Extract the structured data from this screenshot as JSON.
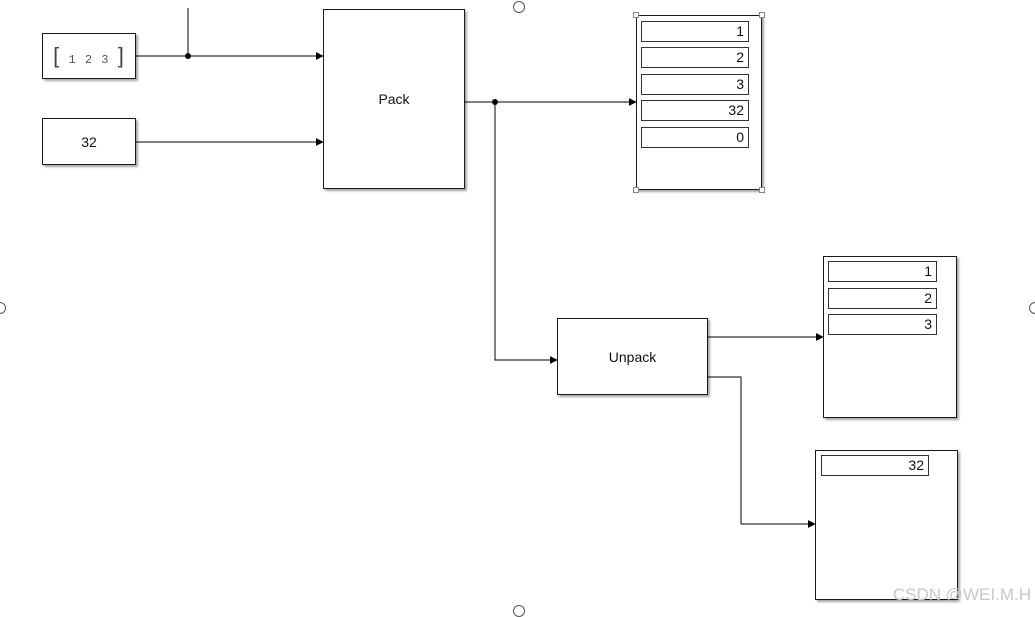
{
  "blocks": {
    "vector_const": {
      "values": "1  2  3"
    },
    "scalar_const": {
      "value": "32"
    },
    "pack": {
      "label": "Pack"
    },
    "unpack": {
      "label": "Unpack"
    }
  },
  "displays": {
    "pack_out": [
      "1",
      "2",
      "3",
      "32",
      "0"
    ],
    "vector_out": [
      "1",
      "2",
      "3"
    ],
    "scalar_out": [
      "32"
    ]
  },
  "watermark": "CSDN @WEI.M.H"
}
